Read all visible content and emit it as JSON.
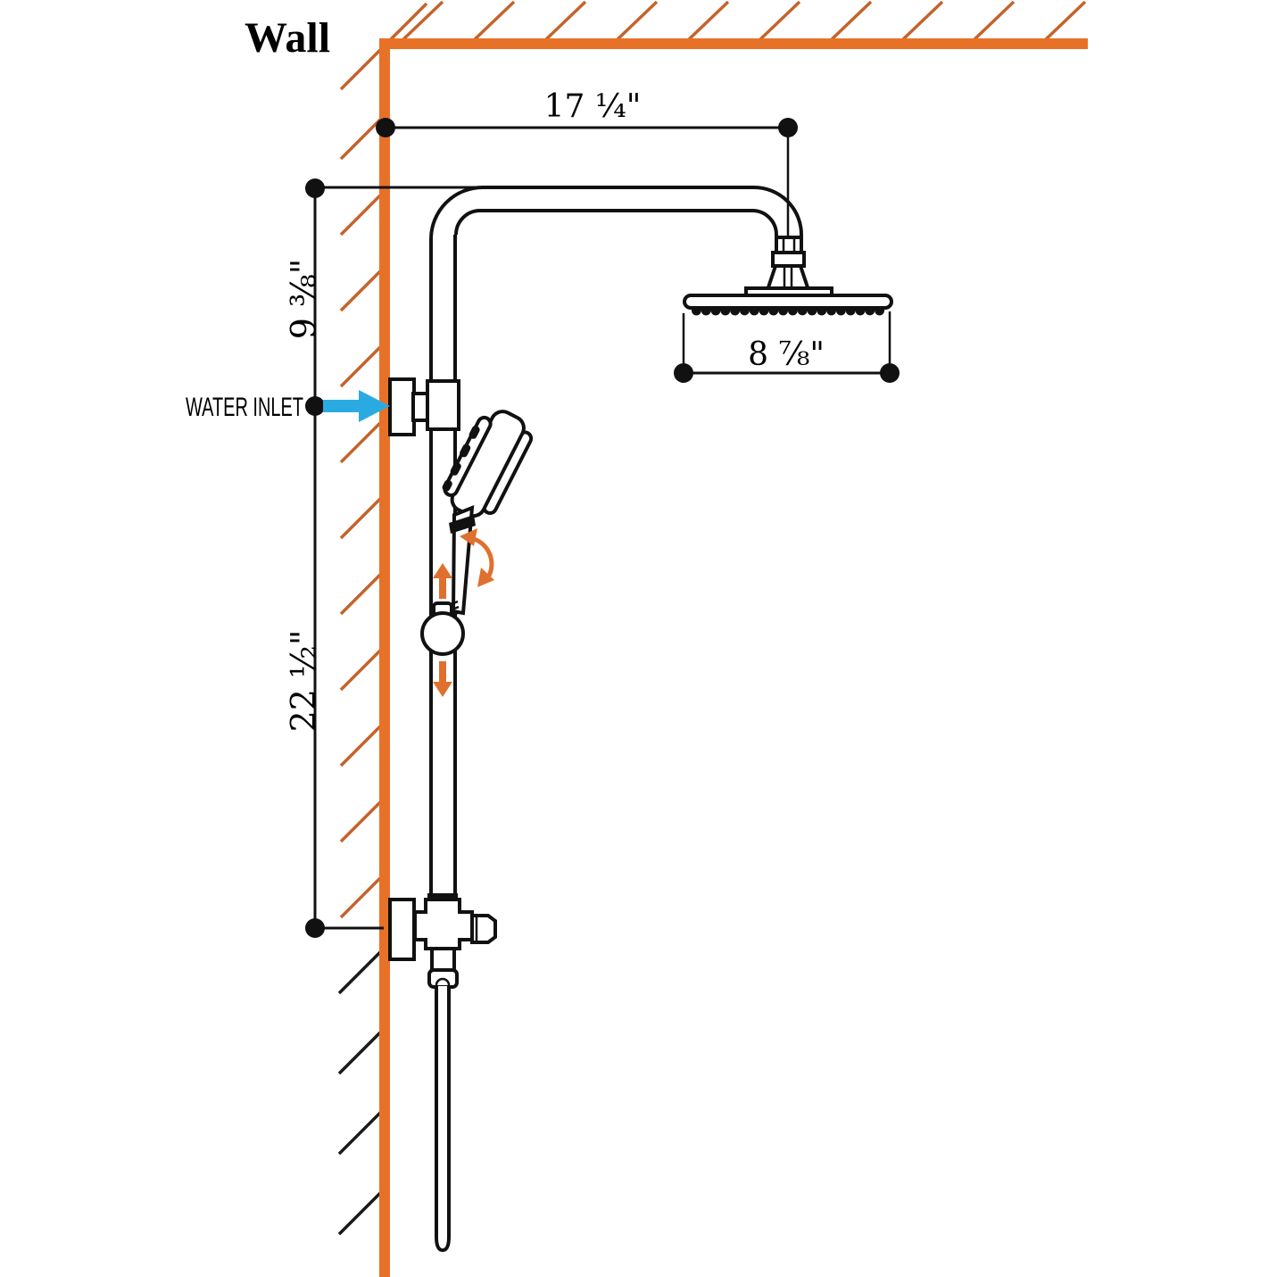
{
  "diagram": {
    "wall_label": "Wall",
    "water_inlet_label": "WATER INLET",
    "dimensions": {
      "top_horizontal": "17 ¼\"",
      "upper_vertical": "9 ⅜\"",
      "lower_vertical": "22 ½\"",
      "head_width": "8 ⅞\""
    },
    "colors": {
      "wall": "#e87128",
      "hatch": "#c4632c",
      "hatch_dark": "#1a1a1a",
      "line": "#111111",
      "inlet_arrow": "#29abe2",
      "motion_arrow": "#e0702d"
    }
  }
}
